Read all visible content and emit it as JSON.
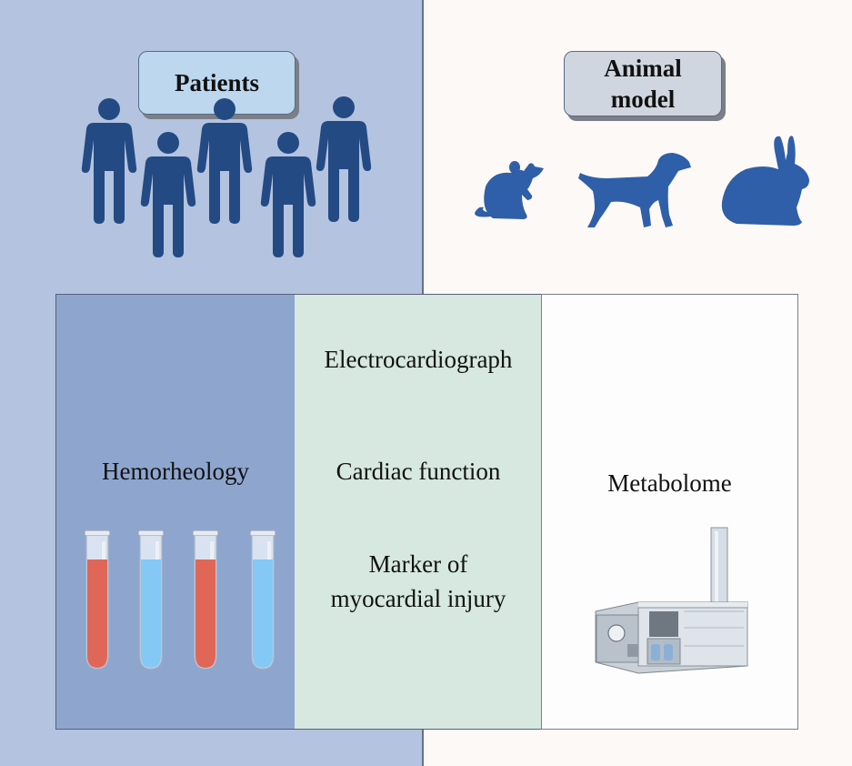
{
  "tags": {
    "patients": "Patients",
    "animal_line1": "Animal",
    "animal_line2": "model"
  },
  "panels": {
    "hemorheology": "Hemorheology",
    "electrocardiograph": "Electrocardiograph",
    "cardiac_function": "Cardiac function",
    "marker_line1": "Marker of",
    "marker_line2": "myocardial injury",
    "metabolome": "Metabolome"
  },
  "icons": [
    "person-icon",
    "mouse-icon",
    "dog-icon",
    "rabbit-icon",
    "test-tube-icon",
    "mass-spectrometer-icon"
  ],
  "colors": {
    "patients_bg": "#b4c3df",
    "animal_bg": "#fdf9f6",
    "silhouette": "#2f5fa8",
    "person": "#244a84",
    "hemo_box": "#8ea6ce",
    "cardio_box": "#d6e8e0",
    "blood_red": "#e06757",
    "plasma_blue": "#84c8f5"
  }
}
